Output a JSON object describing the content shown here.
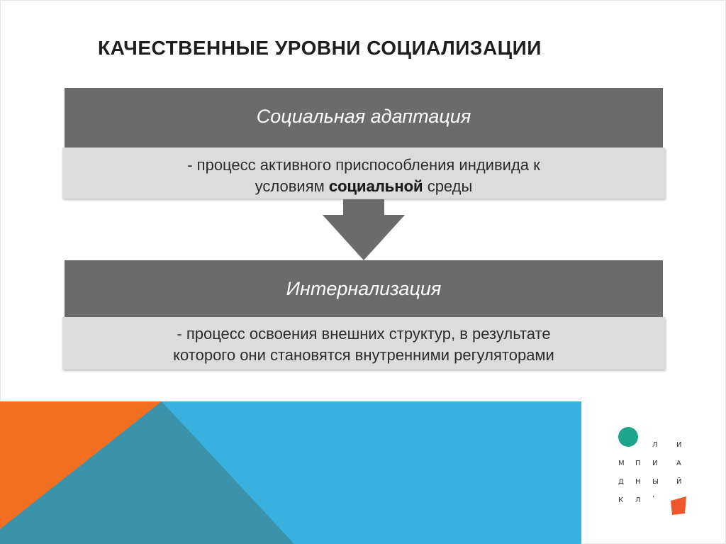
{
  "slide": {
    "title": "КАЧЕСТВЕННЫЕ УРОВНИ СОЦИАЛИЗАЦИИ",
    "levels": [
      {
        "heading": "Социальная адаптация",
        "description_line1": "- процесс активного приспособления индивида к",
        "description_line2_before": "условиям ",
        "description_line2_highlight": "социальной",
        "description_line2_after": " среды"
      },
      {
        "heading": "Интернализация",
        "description_line1": "- процесс освоения внешних структур, в результате",
        "description_line2": "которого они становятся внутренними регуляторами"
      }
    ],
    "arrow_icon": "down-arrow-icon"
  },
  "logo": {
    "letters": [
      "Л",
      "И",
      "М",
      "П",
      "И",
      "А",
      "Д",
      "Н",
      "Ы",
      "Й",
      "К",
      "Л",
      "’"
    ]
  },
  "colors": {
    "header_bg": "#6b6b6b",
    "desc_bg": "#dcdcdc",
    "orange": "#f26f21",
    "teal": "#3a92ab",
    "sky": "#3ab0de",
    "logo_green": "#1fa58c",
    "logo_orange": "#f0572a"
  }
}
